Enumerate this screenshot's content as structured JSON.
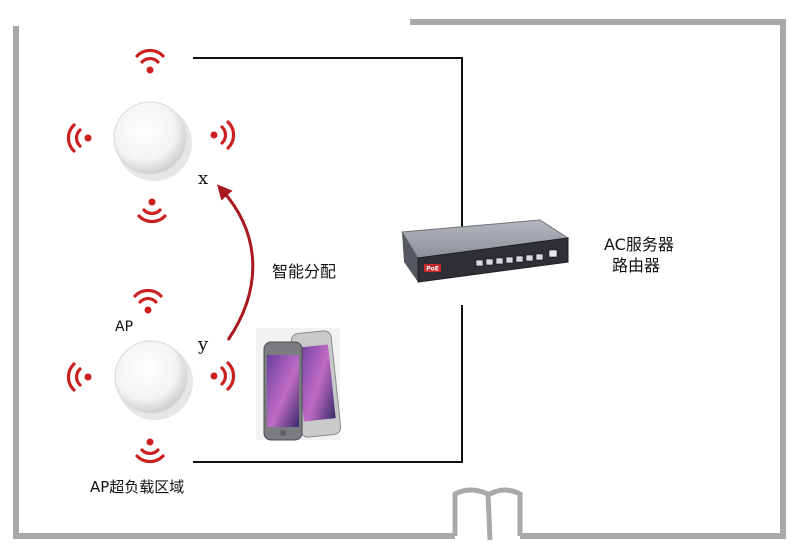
{
  "labels": {
    "overload_zone": "AP超负载区域",
    "ap": "AP",
    "smart_allocation": "智能分配",
    "ac_server_line1": "AC服务器",
    "ac_server_line2": "路由器",
    "point_x": "x",
    "point_y": "y"
  },
  "device_marking": "PoE",
  "colors": {
    "wall": "#a9a9a9",
    "wire": "#111111",
    "signal": "#cc1f1f",
    "arrow": "#a8181c",
    "switch_body": "#8c8f96",
    "phone_gray": "#7a7c80",
    "phone_silver": "#c9cacc"
  }
}
